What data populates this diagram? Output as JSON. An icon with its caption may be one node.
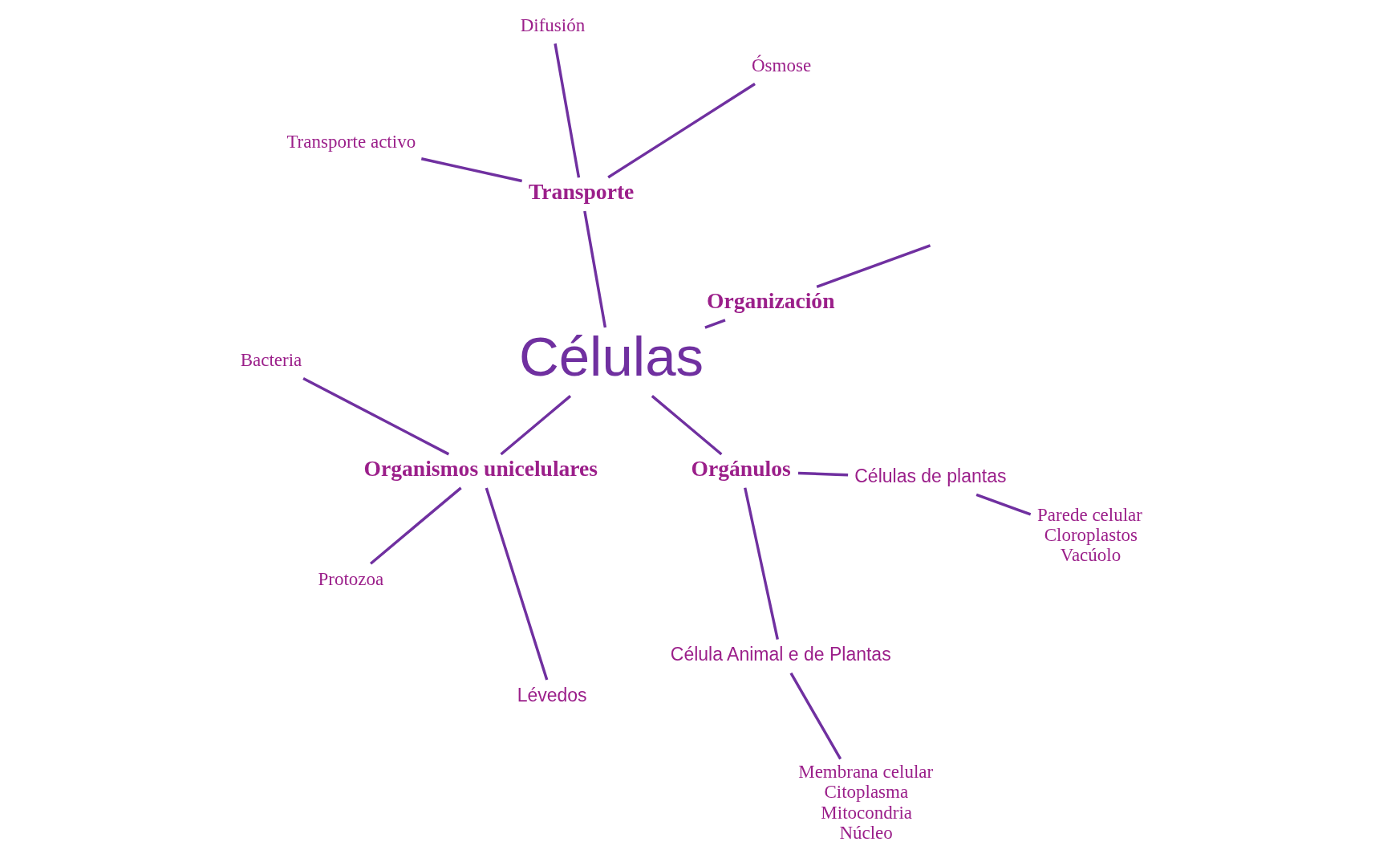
{
  "diagram": {
    "nodes": [
      {
        "text": [
          "Células"
        ]
      },
      {
        "text": [
          "Organización"
        ]
      },
      {
        "text": [
          "Transporte"
        ]
      },
      {
        "text": [
          "Ósmose"
        ]
      },
      {
        "text": [
          "Difusión"
        ]
      },
      {
        "text": [
          "Transporte activo"
        ]
      },
      {
        "text": [
          "Organismos unicelulares"
        ]
      },
      {
        "text": [
          "Bacteria"
        ]
      },
      {
        "text": [
          "Protozoa"
        ]
      },
      {
        "text": [
          "Lévedos"
        ]
      },
      {
        "text": [
          "Orgánulos"
        ]
      },
      {
        "text": [
          "Célula Animal e de Plantas"
        ]
      },
      {
        "text": [
          "Células de plantas"
        ]
      },
      {
        "text": [
          "Membrana celular",
          "Citoplasma",
          "Mitocondria",
          "Núcleo"
        ]
      },
      {
        "text": [
          "Parede celular",
          "Cloroplastos",
          "Vacúolo"
        ]
      }
    ],
    "edges": [
      {
        "from": null,
        "to": 1,
        "arrow": "none"
      },
      {
        "from": 0,
        "to": 1,
        "arrow": "none"
      },
      {
        "from": 0,
        "to": 2,
        "arrow": "none"
      },
      {
        "from": 0,
        "to": 6,
        "arrow": "none"
      },
      {
        "from": 0,
        "to": 10,
        "arrow": "none"
      },
      {
        "from": 2,
        "to": 3,
        "arrow": "none"
      },
      {
        "from": 2,
        "to": 4,
        "arrow": "none"
      },
      {
        "from": 2,
        "to": 5,
        "arrow": "none"
      },
      {
        "from": 6,
        "to": 7,
        "arrow": "none"
      },
      {
        "from": 6,
        "to": 8,
        "arrow": "none"
      },
      {
        "from": 6,
        "to": 9,
        "arrow": "none"
      },
      {
        "from": 10,
        "to": 11,
        "arrow": "none"
      },
      {
        "from": 10,
        "to": 12,
        "arrow": "none"
      },
      {
        "from": 11,
        "to": 13,
        "arrow": "none"
      },
      {
        "from": 12,
        "to": 14,
        "arrow": "none"
      }
    ]
  }
}
